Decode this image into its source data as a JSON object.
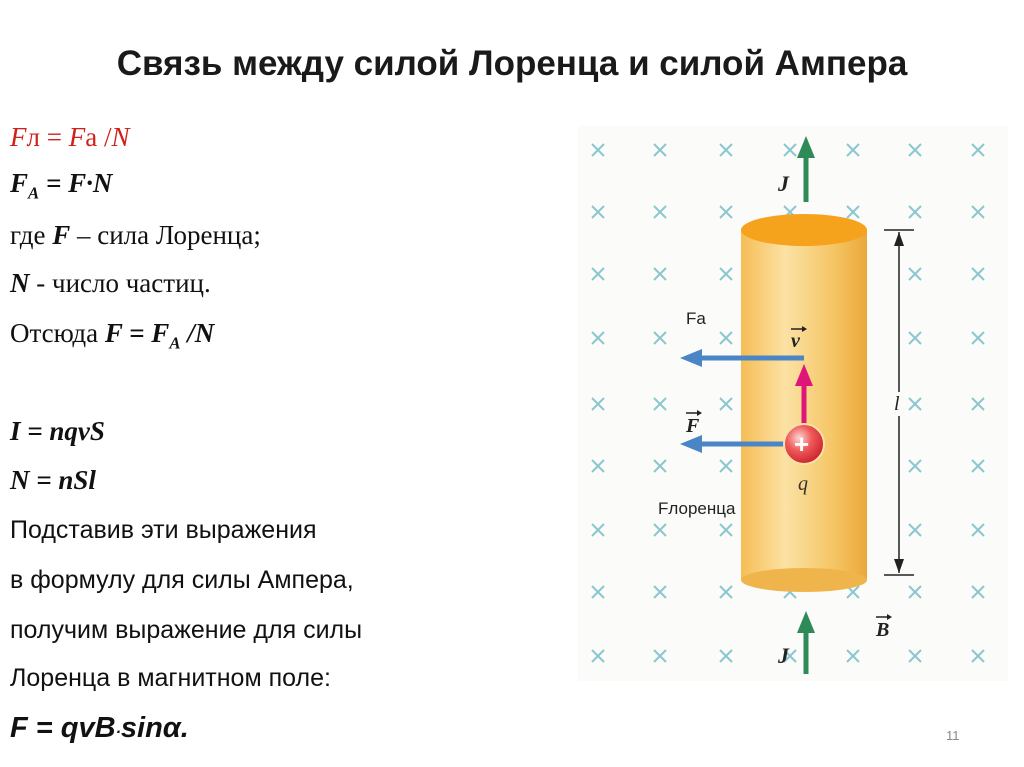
{
  "title": "Связь между силой Лоренца и силой Ампера",
  "formulas": {
    "l1_F": "F",
    "l1_sub": "л",
    "l1_eq": " = ",
    "l1_F2": "F",
    "l1_sub2": "a",
    "l1_div": " /",
    "l1_N": "N",
    "l2_F": "F",
    "l2_sub": "A",
    "l2_rest": " = F·N",
    "l3_a": "где ",
    "l3_F": "F",
    "l3_b": " – сила Лоренца;",
    "l4_N": "N",
    "l4_rest": " - число частиц.",
    "l5_a": "Отсюда ",
    "l5_F": "F = F",
    "l5_sub": "A",
    "l5_rest": " /N",
    "l6": "I = nqvS",
    "l7": "N = nSl"
  },
  "text_lines": [
    "Подставив эти выражения",
    " в формулу для силы Ампера,",
    "получим выражение для силы",
    " Лоренца  в магнитном поле:"
  ],
  "final_formula": {
    "part1": "F = qvB",
    "dot": "·",
    "part2": "sinα."
  },
  "page_number": "11",
  "figure": {
    "label_J_top": "J",
    "label_J_bottom": "J",
    "label_Fa": "Fa",
    "label_v": "v",
    "label_F": "F",
    "label_q": "q",
    "label_plus": "+",
    "label_Florentz": "Fлоренца",
    "label_l": "l",
    "label_B": "B",
    "colors": {
      "cylinder_body": "#f7cf73",
      "cylinder_top": "#f6a623",
      "arrow_green": "#2e8b57",
      "arrow_pink": "#e0157a",
      "arrow_blue": "#4a86c5",
      "cross": "#8cc7cf",
      "charge": "#e8323c"
    }
  }
}
